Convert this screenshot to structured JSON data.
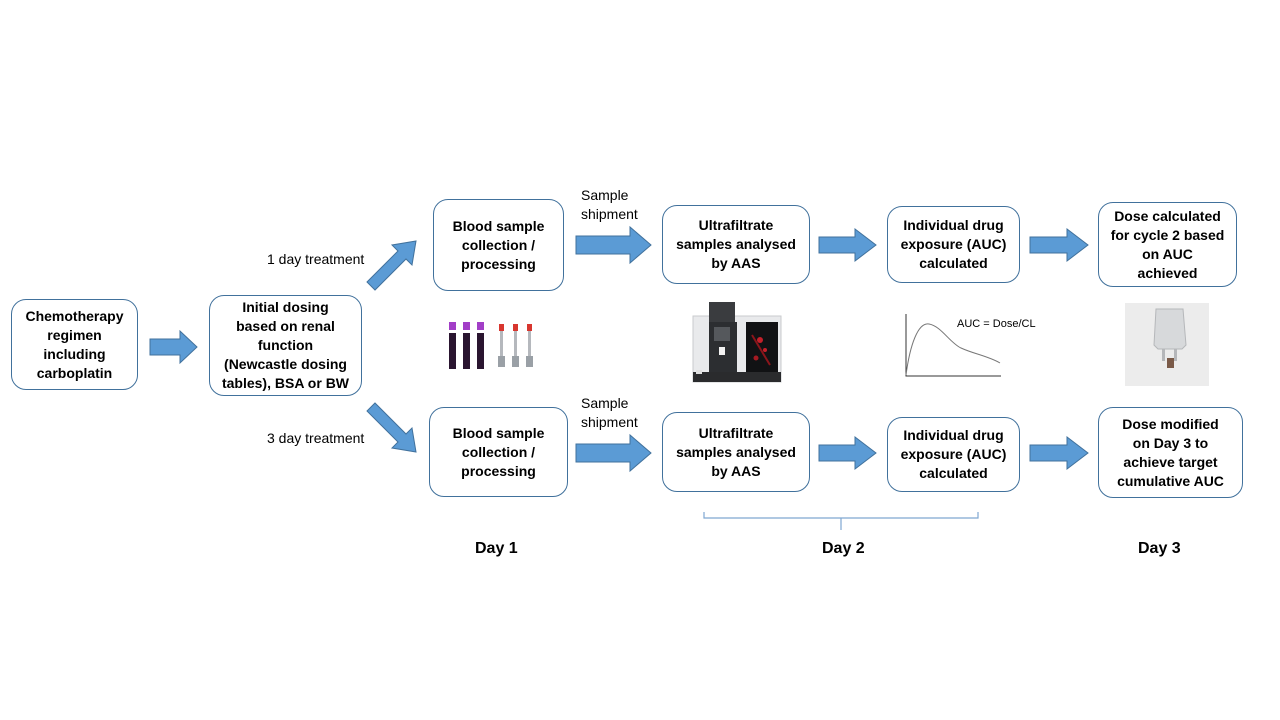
{
  "diagram": {
    "colors": {
      "arrow_fill": "#5b9bd5",
      "arrow_stroke": "#41719c",
      "box_border": "#41719c",
      "bracket": "#7fa7d1"
    },
    "boxes": {
      "chemo": "Chemotherapy regimen including carboplatin",
      "initial": "Initial dosing based on renal function (Newcastle dosing tables), BSA or BW",
      "blood_top": "Blood sample collection / processing",
      "ultra_top": "Ultrafiltrate samples analysed by AAS",
      "auc_top": "Individual drug exposure (AUC) calculated",
      "dose_top": "Dose calculated for cycle 2 based on AUC achieved",
      "blood_bottom": "Blood sample collection / processing",
      "ultra_bottom": "Ultrafiltrate samples analysed by AAS",
      "auc_bottom": "Individual drug exposure (AUC) calculated",
      "dose_bottom": "Dose modified on Day 3 to achieve target cumulative AUC"
    },
    "box_lines": {
      "chemo": [
        "Chemotherapy",
        "regimen",
        "including",
        "carboplatin"
      ],
      "initial": [
        "Initial dosing",
        "based on renal",
        "function",
        "(Newcastle dosing",
        "tables), BSA or BW"
      ],
      "blood_top": [
        "Blood sample",
        "collection /",
        "processing"
      ],
      "ultra_top": [
        "Ultrafiltrate",
        "samples analysed",
        "by AAS"
      ],
      "auc_top": [
        "Individual drug",
        "exposure (AUC)",
        "calculated"
      ],
      "dose_top": [
        "Dose calculated",
        "for cycle 2 based",
        "on AUC",
        "achieved"
      ],
      "blood_bottom": [
        "Blood sample",
        "collection /",
        "processing"
      ],
      "ultra_bottom": [
        "Ultrafiltrate",
        "samples analysed",
        "by AAS"
      ],
      "auc_bottom": [
        "Individual drug",
        "exposure (AUC)",
        "calculated"
      ],
      "dose_bottom": [
        "Dose modified",
        "on Day 3 to",
        "achieve target",
        "cumulative AUC"
      ]
    },
    "labels": {
      "one_day": "1 day treatment",
      "three_day": "3 day treatment",
      "shipment_top_1": "Sample",
      "shipment_top_2": "shipment",
      "shipment_bottom_1": "Sample",
      "shipment_bottom_2": "shipment",
      "formula": "AUC = Dose/CL"
    },
    "days": {
      "day1": "Day 1",
      "day2": "Day 2",
      "day3": "Day 3"
    },
    "illustrations": {
      "tubes": "blood-collection-tubes",
      "analyser": "atomic-absorption-spectrometer",
      "curve": "concentration-time-curve",
      "bag": "iv-infusion-bag"
    }
  }
}
